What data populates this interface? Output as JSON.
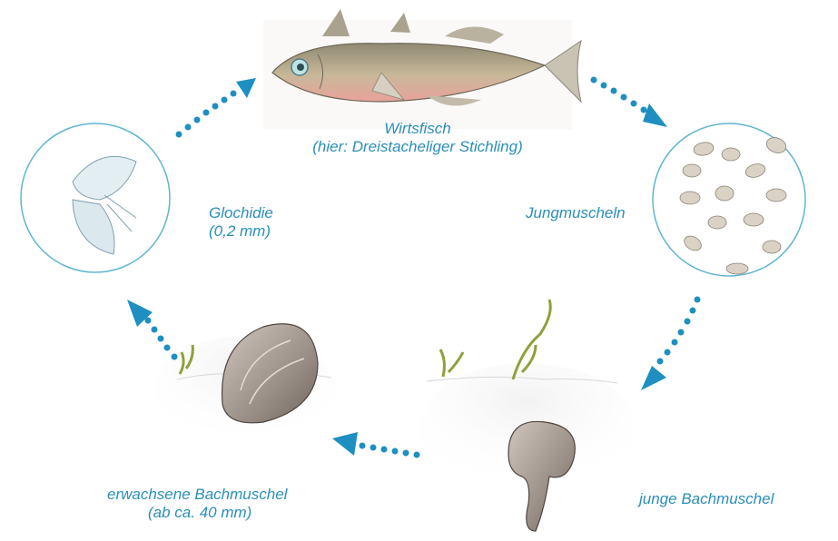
{
  "stages": {
    "host_fish": {
      "title": "Wirtsfisch",
      "subtitle": "(hier: Dreistacheliger Stichling)"
    },
    "juvenile_mussels": {
      "title": "Jungmuscheln"
    },
    "young_mussel": {
      "title": "junge Bachmuschel"
    },
    "adult_mussel": {
      "title": "erwachsene Bachmuschel",
      "subtitle": "(ab ca. 40 mm)"
    },
    "glochidium": {
      "title": "Glochidie",
      "subtitle": "(0,2 mm)"
    }
  },
  "colors": {
    "accent": "#2a8fb8",
    "circle": "#5fb5cf",
    "arrow": "#1e8fc0"
  }
}
